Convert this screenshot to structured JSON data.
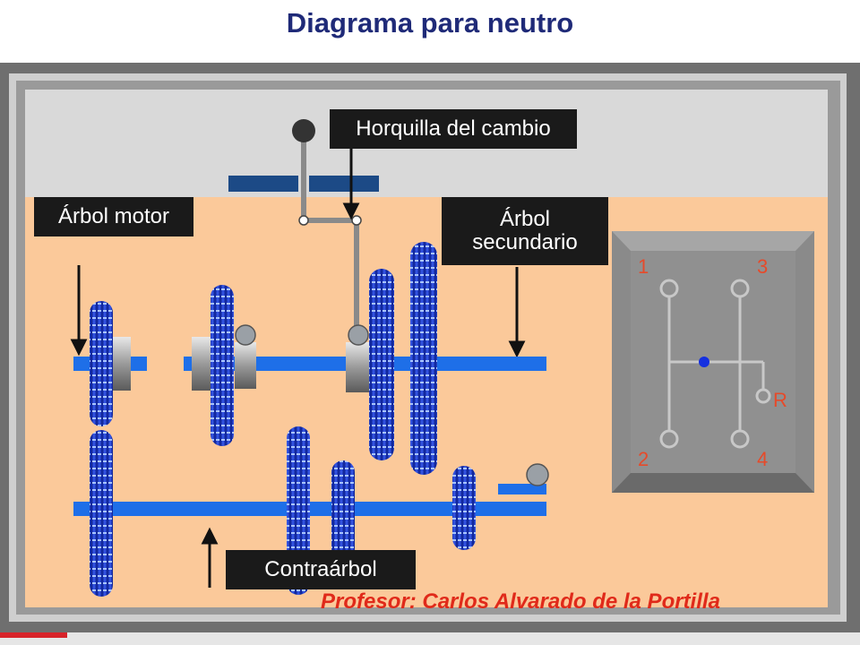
{
  "title": "Diagrama para  neutro",
  "labels": {
    "shift_fork": "Horquilla del cambio",
    "input_shaft": "Árbol motor",
    "output_shaft_line1": "Árbol",
    "output_shaft_line2": "secundario",
    "countershaft": "Contraárbol"
  },
  "shift_pattern": {
    "positions": [
      "1",
      "2",
      "3",
      "4",
      "R"
    ],
    "selected": "neutral"
  },
  "credit": "Profesor: Carlos Alvarado de la Portilla",
  "colors": {
    "title": "#1f2a78",
    "shaft": "#1e6fe8",
    "gear": "#1530c8",
    "background": "#fbc99a",
    "credit": "#e02a1a"
  }
}
